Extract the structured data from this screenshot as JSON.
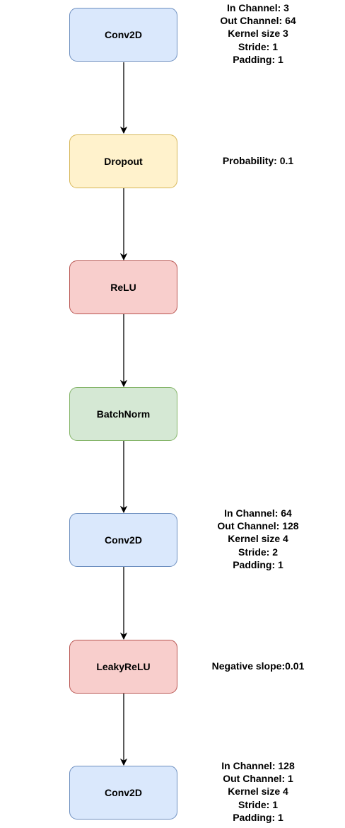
{
  "layers": [
    {
      "label": "Conv2D",
      "kind": "conv",
      "params": [
        "In Channel: 3",
        "Out Channel: 64",
        "Kernel size 3",
        "Stride: 1",
        "Padding: 1"
      ]
    },
    {
      "label": "Dropout",
      "kind": "dropout",
      "params": [
        "Probability: 0.1"
      ]
    },
    {
      "label": "ReLU",
      "kind": "activation",
      "params": []
    },
    {
      "label": "BatchNorm",
      "kind": "norm",
      "params": []
    },
    {
      "label": "Conv2D",
      "kind": "conv",
      "params": [
        "In Channel: 64",
        "Out Channel: 128",
        "Kernel size 4",
        "Stride: 2",
        "Padding: 1"
      ]
    },
    {
      "label": "LeakyReLU",
      "kind": "activation",
      "params": [
        "Negative slope:0.01"
      ]
    },
    {
      "label": "Conv2D",
      "kind": "conv",
      "params": [
        "In Channel: 128",
        "Out Channel: 1",
        "Kernel size 4",
        "Stride: 1",
        "Padding: 1"
      ]
    }
  ],
  "colors": {
    "conv": {
      "fill": "#dae8fc",
      "stroke": "#6c8ebf"
    },
    "dropout": {
      "fill": "#fff2cc",
      "stroke": "#d6b656"
    },
    "activation": {
      "fill": "#f8cecc",
      "stroke": "#b85450"
    },
    "norm": {
      "fill": "#d5e8d4",
      "stroke": "#82b366"
    },
    "arrow": "#000000"
  }
}
